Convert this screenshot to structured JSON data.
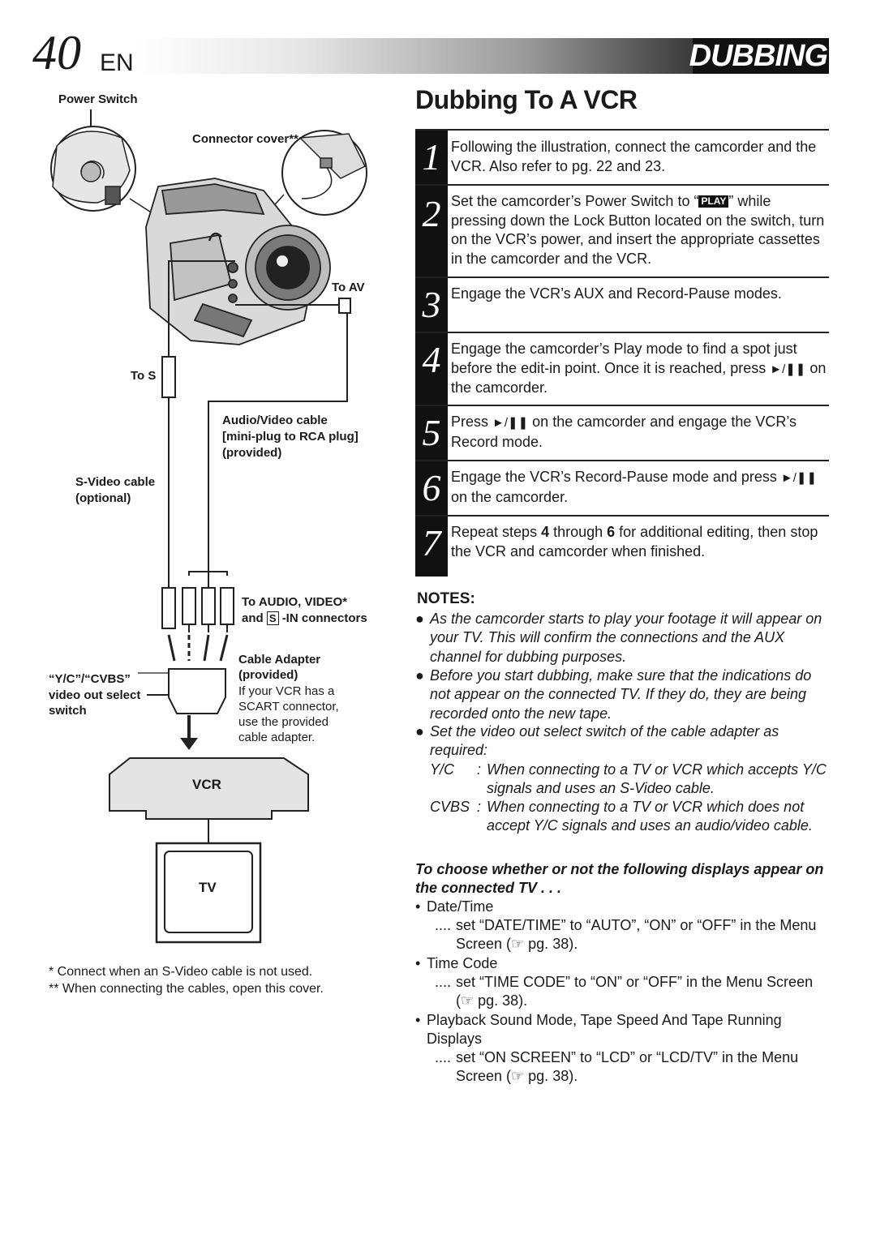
{
  "header": {
    "page_number": "40",
    "lang": "EN",
    "section": "DUBBING"
  },
  "diagram": {
    "power_switch": "Power Switch",
    "connector_cover": "Connector cover**",
    "to_av": "To AV",
    "to_s": "To S",
    "av_cable_1": "Audio/Video cable",
    "av_cable_2": "[mini-plug to RCA plug]",
    "av_cable_3": "(provided)",
    "svideo_cable_1": "S-Video cable",
    "svideo_cable_2": "(optional)",
    "to_audio_video_1": "To AUDIO, VIDEO*",
    "to_audio_video_2_pre": "and",
    "to_audio_video_2_icon": "S",
    "to_audio_video_2_post": "-IN connectors",
    "cable_adapter_1": "Cable Adapter",
    "cable_adapter_2": "(provided)",
    "cable_adapter_note_1": "If your VCR has a",
    "cable_adapter_note_2": "SCART connector,",
    "cable_adapter_note_3": "use the provided",
    "cable_adapter_note_4": "cable adapter.",
    "ycvbs_1": "“Y/C”/“CVBS”",
    "ycvbs_2": "video out select",
    "ycvbs_3": "switch",
    "vcr": "VCR",
    "tv": "TV"
  },
  "footnotes": {
    "f1": "*   Connect when an S-Video cable is not used.",
    "f2": "** When connecting the cables, open this cover."
  },
  "main": {
    "title": "Dubbing To A VCR",
    "steps": [
      {
        "n": "1",
        "text": "Following the illustration, connect the camcorder and the VCR. Also refer to pg. 22 and 23."
      },
      {
        "n": "2",
        "pre": "Set the camcorder’s Power Switch to “",
        "icon": "PLAY",
        "post": "” while pressing down the Lock Button located on the switch, turn on the VCR’s power, and insert the appropriate cassettes in the camcorder and the VCR."
      },
      {
        "n": "3",
        "text": "Engage the VCR’s AUX and Record-Pause modes."
      },
      {
        "n": "4",
        "pre": "Engage the camcorder’s Play mode to find a spot just before the edit-in point. Once it is reached, press ",
        "icon": "►/❚❚",
        "post": " on the camcorder."
      },
      {
        "n": "5",
        "pre": "Press ",
        "icon": "►/❚❚",
        "post": " on the camcorder and engage the VCR’s Record mode."
      },
      {
        "n": "6",
        "pre": "Engage the VCR’s Record-Pause mode and press ",
        "icon": "►/❚❚",
        "post": " on the camcorder."
      },
      {
        "n": "7",
        "pre": "Repeat steps ",
        "b1": "4",
        "mid": " through ",
        "b2": "6",
        "post": " for additional editing, then stop the VCR and camcorder when finished."
      }
    ]
  },
  "notes": {
    "title": "NOTES:",
    "bullet": "●",
    "items": [
      "As the camcorder starts to play your footage it will appear on your TV. This will confirm the connections and the AUX channel for dubbing purposes.",
      "Before you start dubbing, make sure that the indications do not appear on the connected TV. If they do, they are being recorded onto the new tape.",
      "Set the video out select switch of the cable adapter as required:"
    ],
    "defs": [
      {
        "k": "Y/C",
        "v": "When connecting to a TV or VCR which accepts Y/C signals and uses an S-Video cable."
      },
      {
        "k": "CVBS",
        "v": "When connecting to a TV or VCR which does not accept Y/C signals and uses an audio/video cable."
      }
    ],
    "colon": ":"
  },
  "displays": {
    "heading": "To choose whether or not the following displays appear on the connected TV . . .",
    "bullet": "•",
    "dots": "....",
    "items": [
      {
        "label": "Date/Time",
        "setting": "set “DATE/TIME” to “AUTO”, “ON” or “OFF” in the Menu Screen (☞ pg. 38)."
      },
      {
        "label": "Time Code",
        "setting": "set “TIME CODE” to “ON” or “OFF” in the Menu Screen (☞ pg. 38)."
      },
      {
        "label": "Playback Sound Mode, Tape Speed And Tape Running Displays",
        "setting": "set “ON SCREEN” to “LCD” or “LCD/TV” in the Menu Screen (☞ pg. 38)."
      }
    ]
  }
}
